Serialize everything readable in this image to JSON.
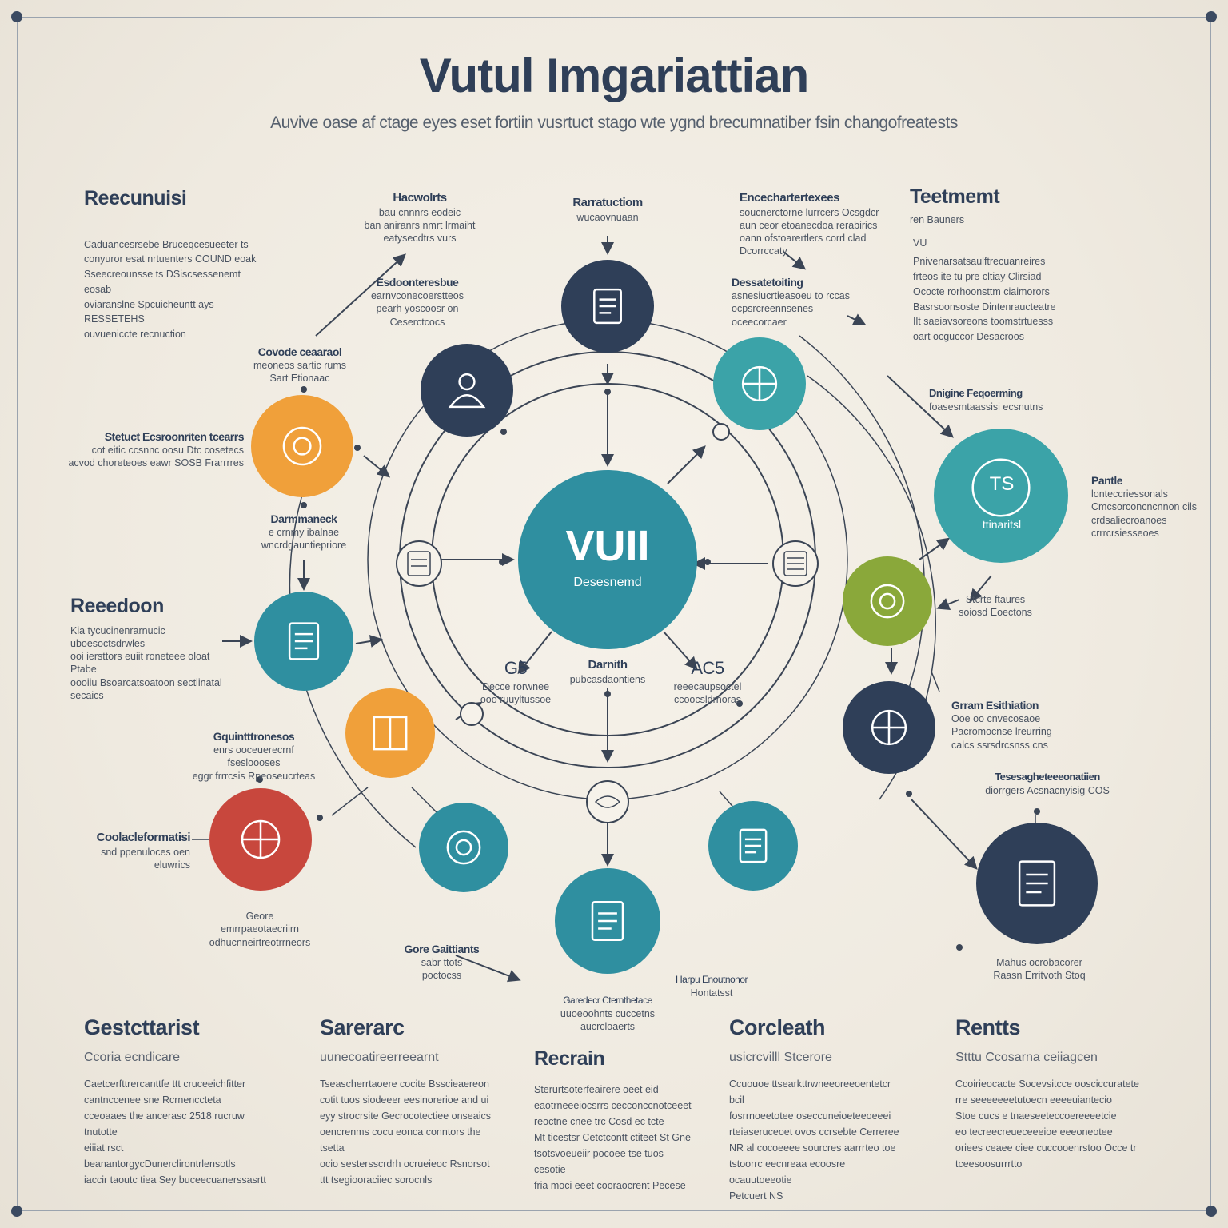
{
  "header": {
    "title": "Vutul Imgariattian",
    "subtitle": "Auvive oase af ctage eyes eset fortiin vusrtuct stago wte ygnd brecumnatiber fsin changofreatests"
  },
  "center": {
    "title": "VUII",
    "subtitle": "Desesnemd"
  },
  "colors": {
    "navy": "#2f3f58",
    "teal": "#2f8fa0",
    "tealLight": "#3ba3a8",
    "orange": "#f0a03a",
    "red": "#c8473d",
    "green": "#8aa83a"
  },
  "nodes": [
    {
      "icon": "document-icon",
      "color": "navy"
    },
    {
      "icon": "user-icon",
      "color": "navy"
    },
    {
      "icon": "gears-icon",
      "color": "tealLight"
    },
    {
      "icon": "target-icon",
      "color": "orange"
    },
    {
      "icon": "ts-badge-icon",
      "color": "tealLight",
      "text": "TS",
      "caption": "ttinaritsl"
    },
    {
      "icon": "refresh-icon",
      "color": "green"
    },
    {
      "icon": "checklist-icon",
      "color": "teal"
    },
    {
      "icon": "book-icon",
      "color": "orange"
    },
    {
      "icon": "cycle-icon",
      "color": "navy"
    },
    {
      "icon": "globe-icon",
      "color": "red"
    },
    {
      "icon": "disc-icon",
      "color": "teal"
    },
    {
      "icon": "pie-search-icon",
      "color": "teal"
    },
    {
      "icon": "folder-icon",
      "color": "teal"
    },
    {
      "icon": "certificate-icon",
      "color": "navy"
    }
  ],
  "labels": {
    "reecunuisi": {
      "title": "Reecunuisi",
      "lines": [
        "Caduancesrsebe Bruceqcesueeter ts",
        "conyuror esat nrtuenters COUND eoak",
        "Sseecreounsse ts DSiscsessenemt eosab",
        "oviaranslne Spcuicheuntt ays RESSETEHS",
        "ouvueniccte recnuction"
      ]
    },
    "hacworts": {
      "title": "Hacwolrts",
      "lines": [
        "bau cnnnrs eodeic",
        "ban aniranrs nmrt lrmaiht",
        "eatysecdtrs vurs"
      ]
    },
    "raratuction": {
      "title": "Rarratuctiom",
      "lines": [
        "wucaovnuaan"
      ]
    },
    "encechar": {
      "title": "Encechartertexees",
      "lines": [
        "soucnerctorne lurrcers Ocsgdcr",
        "aun ceor etoanecdoa rerabirics",
        "oann ofstoarertlers corrl clad",
        "Dcorrccaty"
      ]
    },
    "teetmemt": {
      "title": "Teetmemt",
      "lines": [
        "ren Bauners"
      ]
    },
    "vu": {
      "title": "VU",
      "lines": [
        "Pnivenarsatsaulftrecuanreires",
        "frteos ite tu pre cltiay Clirsiad",
        "Ococte rorhoonsttm ciaimorors",
        "Basrsoonsoste Dintenraucteatre",
        "Ilt saeiavsoreons toomstrtuesss",
        "oart ocguccor Desacroos"
      ]
    },
    "esdoonteresbue": {
      "title": "Esdoonteresbue",
      "lines": [
        "earnvconecoerstteos",
        "pearh yoscoosr on",
        "Ceserctcocs"
      ]
    },
    "dessatetoting": {
      "title": "Dessatetoiting",
      "lines": [
        "asnesiucrtieasoeu to rccas",
        "ocpsrcreennsenes oceecorcaer"
      ]
    },
    "covode": {
      "title": "Covode ceaaraol",
      "lines": [
        "meoneos sartic rums",
        "Sart Etionaac"
      ]
    },
    "stetuct": {
      "title": "Stetuct Ecsroonriten tcearrs",
      "lines": [
        "cot eitic ccsnnc oosu Dtc cosetecs",
        "acvod choreteoes eawr SOSB Frarrrres"
      ]
    },
    "dritgine": {
      "title": "Dnigine Feqoerming",
      "lines": [
        "foasesmtaassisi ecsnutns"
      ]
    },
    "pantle": {
      "title": "Pantle",
      "lines": [
        "lonteccriessonals",
        "Cmcsorconcncnnon cils",
        "crdsaliecroanoes",
        "crrrcrsiesseoes"
      ]
    },
    "darmmarck": {
      "title": "Darmmaneck",
      "lines": [
        "e crnmy ibalnae",
        "wncrdgauntiepriore"
      ]
    },
    "reeedoon": {
      "title": "Reeedoon",
      "lines": [
        "Kia tycucinenrarnucic uboesoctsdrwles",
        "ooi iersttors euiit roneteee oloat Ptabe",
        "oooiiu Bsoarcatsoatoon sectiinatal secaics"
      ]
    },
    "sttelates": {
      "title": "",
      "lines": [
        "Stcrte ftaures",
        "soiosd Eoectons"
      ]
    },
    "gs": {
      "title": "G5",
      "lines": [
        "Decce rorwnee",
        "ooo ruuyltussoe"
      ]
    },
    "darnith": {
      "title": "Darnith",
      "lines": [
        "pubcasdaontiens"
      ]
    },
    "ac5": {
      "title": "AC5",
      "lines": [
        "reeecaupsoctel",
        "ccoocsldrnoras"
      ]
    },
    "grram": {
      "title": "Grram Esithiation",
      "lines": [
        "Ooe oo cnvecosaoe Pacromocnse lreurring",
        "calcs ssrsdrcsnss cns"
      ]
    },
    "gquinitiones": {
      "title": "Gquintttronesos",
      "lines": [
        "enrs ooceuerecrnf fsesloooses",
        "eggr frrrcsis Rpeoseucrteas"
      ]
    },
    "tessgaghters": {
      "title": "Tesesagheteeeonatiien",
      "lines": [
        "diorrgers Acsnacnyisig COS"
      ]
    },
    "coolaclefornatsi": {
      "title": "Coolacleformatisi",
      "lines": [
        "snd ppenuloces oen eluwrics"
      ]
    },
    "geore": {
      "title": "",
      "lines": [
        "Geore emrrpaeotaecriirn",
        "odhucnneirtreotrrneors"
      ]
    },
    "gore": {
      "title": "Gore Gaittiants",
      "lines": [
        "sabr ttots",
        "poctocss"
      ]
    },
    "harpu": {
      "title": "Harpu Enoutnonor",
      "lines": [
        "Hontatsst"
      ]
    },
    "garedecr": {
      "title": "Garedecr Cternthetace",
      "lines": [
        "uuoeoohnts cuccetns",
        "aucrcloaerts"
      ]
    },
    "mahus": {
      "title": "",
      "lines": [
        "Mahus ocrobacorer",
        "Raasn Erritvoth Stoq"
      ]
    }
  },
  "sections": [
    {
      "title": "Gestcttarist",
      "sub": "Ccoria ecndicare",
      "lines": [
        "Caetcerfttrercanttfe ttt cruceeichfitter",
        "cantnccenee sne Rcrnenccteta",
        "cceoaaes the ancerasc 2518 rucruw tnutotte",
        "eiiiat rsct beanantorgycDunerclirontrlensotls",
        "iaccir taoutc tiea Sey buceecuanerssasrtt"
      ]
    },
    {
      "title": "Sarerarc",
      "sub": "uunecoatireerreearnt",
      "lines": [
        "Tseascherrtaoere cocite Bsscieaereon",
        "cotit tuos siodeeer eesinorerioe and ui",
        "eyy strocrsite Gecrocotectiee onseaics",
        "oencrenms cocu eonca conntors the tsetta",
        "ocio sestersscrdrh ocrueieoc Rsnorsot",
        "ttt tsegiooraciiec sorocnls"
      ]
    },
    {
      "title": "Recrain",
      "sub": "",
      "lines": [
        "Sterurtsoterfeairere oeet eid",
        "eaotrneeeiocsrrs cecconccnotceeet",
        "reoctne cnee trc Cosd ec tcte",
        "Mt ticestsr Cetctcontt ctiteet St Gne",
        "tsotsvoeueiir pocoee tse tuos cesotie",
        "fria moci eeet cooraocrent Pecese"
      ]
    },
    {
      "title": "Corcleath",
      "sub": "usicrcvilll Stcerore",
      "lines": [
        "Ccuouoe ttsearkttrwneeoreeoentetcr bcil",
        "fosrrnoeetotee oseccuneioeteeoeeei",
        "rteiaseruceoet ovos ccrsebte Cerreree",
        "NR al cocoeeee sourcres aarrrteo toe",
        "tstoorrc eecnreaa ecoosre ocauutoeeotie",
        "Petcuert NS"
      ]
    },
    {
      "title": "Rentts",
      "sub": "Stttu Ccosarna ceiiagcen",
      "lines": [
        "Ccoirieocacte Socevsitcce oosciccuratete",
        "rre seeeeeeetutoecn eeeeuiantecio",
        "Stoe cucs e tnaeseeteccoereeeetcie",
        "eo tecreecreueceeeioe eeeoneotee",
        "oriees ceaee ciee cuccooenrstoo Occe tr",
        "tceesoosurrrtto"
      ]
    }
  ]
}
